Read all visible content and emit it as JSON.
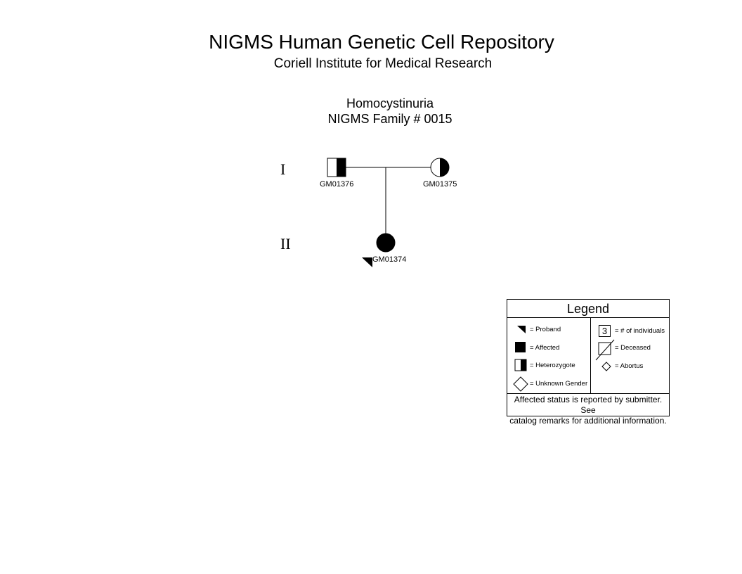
{
  "header": {
    "title": "NIGMS Human Genetic Cell Repository",
    "subtitle": "Coriell Institute for Medical Research"
  },
  "pedigree": {
    "disease": "Homocystinuria",
    "family": "NIGMS Family # 0015",
    "generations": [
      "I",
      "II"
    ],
    "individuals": [
      {
        "id": "GM01376",
        "sex": "male",
        "status": "heterozygote",
        "generation": "I"
      },
      {
        "id": "GM01375",
        "sex": "female",
        "status": "heterozygote",
        "generation": "I"
      },
      {
        "id": "GM01374",
        "sex": "female",
        "status": "affected",
        "proband": true,
        "generation": "II"
      }
    ]
  },
  "legend": {
    "title": "Legend",
    "items": {
      "proband": "= Proband",
      "affected": "= Affected",
      "heterozygote": "= Heterozygote",
      "unknown_gender": "= Unknown Gender",
      "count_value": "3",
      "count": "= # of individuals",
      "deceased": "= Deceased",
      "abortus": "= Abortus"
    },
    "footer_line1": "Affected status is reported by submitter. See",
    "footer_line2": "catalog remarks for additional information."
  }
}
